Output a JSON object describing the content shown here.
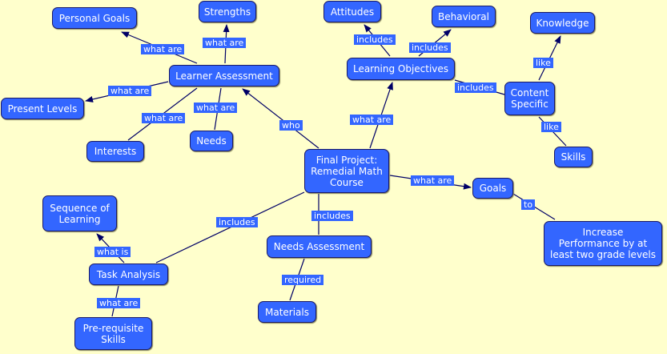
{
  "colors": {
    "background": "#ffffcc",
    "node_fill": "#3366ff",
    "node_border": "#1a1a66",
    "edge": "#000066"
  },
  "nodes": {
    "personal_goals": "Personal Goals",
    "strengths": "Strengths",
    "attitudes": "Attitudes",
    "behavioral": "Behavioral",
    "knowledge": "Knowledge",
    "learner_assessment": "Learner Assessment",
    "learning_objectives": "Learning Objectives",
    "present_levels": "Present Levels",
    "content_specific": "Content\nSpecific",
    "interests": "Interests",
    "needs": "Needs",
    "final_project": "Final Project:\nRemedial Math\nCourse",
    "skills": "Skills",
    "goals": "Goals",
    "sequence_of_learning": "Sequence of\nLearning",
    "increase_performance": "Increase\nPerformance by at\nleast two grade levels",
    "needs_assessment": "Needs Assessment",
    "task_analysis": "Task Analysis",
    "materials": "Materials",
    "prerequisite_skills": "Pre-requisite\nSkills"
  },
  "links": {
    "la_personal_goals": "what are",
    "la_strengths": "what are",
    "la_present_levels": "what are",
    "la_interests": "what are",
    "la_needs": "what are",
    "fp_learner_assessment": "who",
    "fp_learning_objectives": "what are",
    "lo_attitudes": "includes",
    "lo_behavioral": "includes",
    "lo_content_specific": "includes",
    "cs_knowledge": "like",
    "cs_skills": "like",
    "fp_goals": "what are",
    "goals_increase": "to",
    "fp_needs_assessment": "includes",
    "fp_task_analysis": "includes",
    "na_materials": "required",
    "ta_sequence": "what is",
    "ta_prerequisite": "what are"
  }
}
